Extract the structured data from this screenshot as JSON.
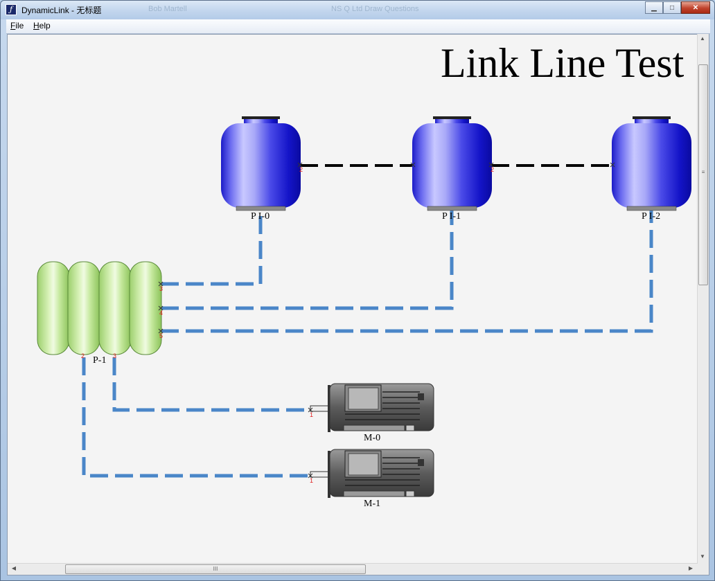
{
  "window": {
    "title": "DynamicLink - 无标题",
    "ghost_texts": [
      "Bob Martell",
      "NS Q Ltd Draw Questions"
    ],
    "min_glyph": "▁",
    "max_glyph": "□",
    "close_glyph": "✕"
  },
  "menu": {
    "file": {
      "accel": "F",
      "rest": "ile"
    },
    "help": {
      "accel": "H",
      "rest": "elp"
    }
  },
  "canvas": {
    "title": "Link Line Test",
    "tanks": [
      {
        "label": "P I-0",
        "port": "2"
      },
      {
        "label": "P I-1",
        "port": "2"
      },
      {
        "label": "P I-2",
        "port": ""
      }
    ],
    "pump": {
      "label": "P-1",
      "side_ports": [
        "3",
        "4",
        "5"
      ],
      "bottom_ports": [
        "2",
        "3"
      ]
    },
    "motors": [
      {
        "label": "M-0",
        "port": "1"
      },
      {
        "label": "M-1",
        "port": "1"
      }
    ],
    "colors": {
      "blue_link": "#4a86c8",
      "black_link": "#000000",
      "tank_blue": "#1a1ad6",
      "pump_green": "#b6e08a",
      "motor_gray": "#6e6e6e"
    }
  },
  "scrollbars": {
    "hthumb_grip": "III",
    "vthumb_grip": "≡",
    "left": "◀",
    "right": "▶",
    "up": "▲",
    "down": "▼"
  }
}
